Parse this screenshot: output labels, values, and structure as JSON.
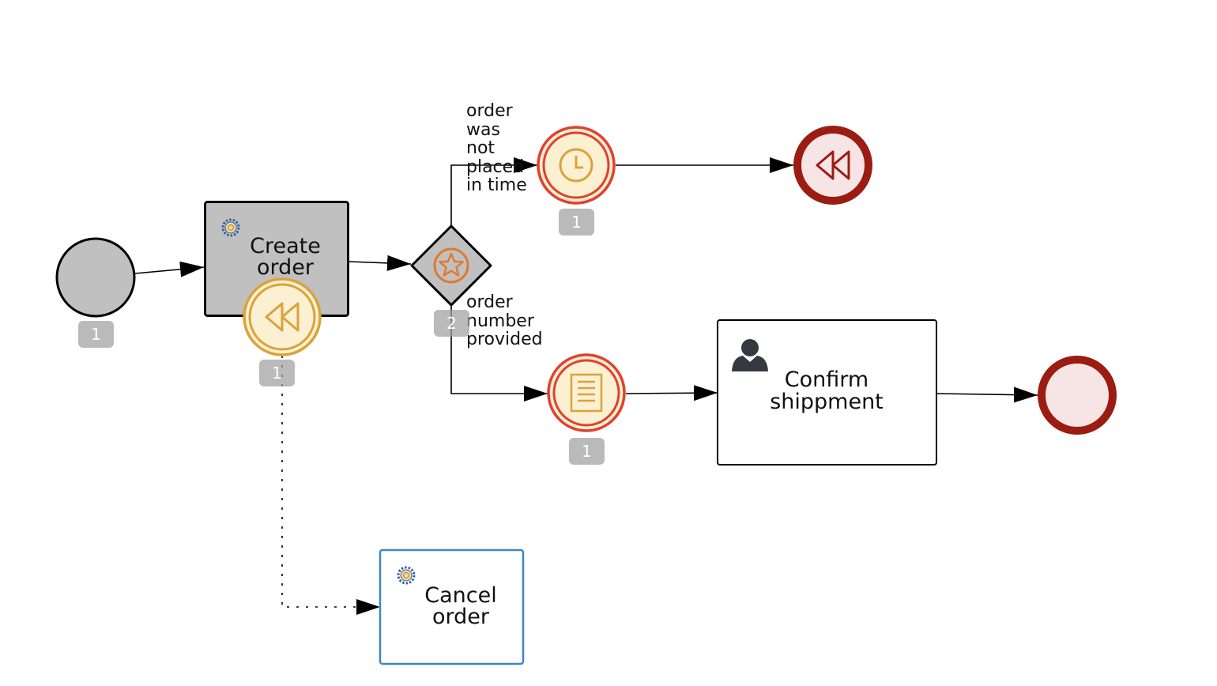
{
  "tasks": {
    "create_order": {
      "label": "Create\norder",
      "count": "1"
    },
    "confirm_shipment": {
      "label": "Confirm\nshippment"
    },
    "cancel_order": {
      "label": "Cancel\norder"
    }
  },
  "events": {
    "start": {
      "count": "1"
    },
    "gateway": {
      "count": "2"
    },
    "timer_event": {
      "count": "1"
    },
    "conditional_event": {
      "count": "1"
    }
  },
  "flows": {
    "timeout": "order\nwas\nnot\nplaced\nin time",
    "provided": "order\nnumber\nprovided"
  },
  "colors": {
    "active_fill": "#c0c0c0",
    "event_red": "#e0412f",
    "event_fill": "#fbf0d2",
    "event_gold": "#dba23a",
    "end_dark_red": "#9b1c12",
    "end_fill": "#f7e5e6",
    "selection_blue": "#3a87c8"
  },
  "icons": {
    "task_type": "service-gear-icon",
    "user_task": "user-icon",
    "timer": "clock-icon",
    "condition": "document-icon",
    "compensation": "rewind-icon",
    "gateway_type": "star-icon"
  }
}
